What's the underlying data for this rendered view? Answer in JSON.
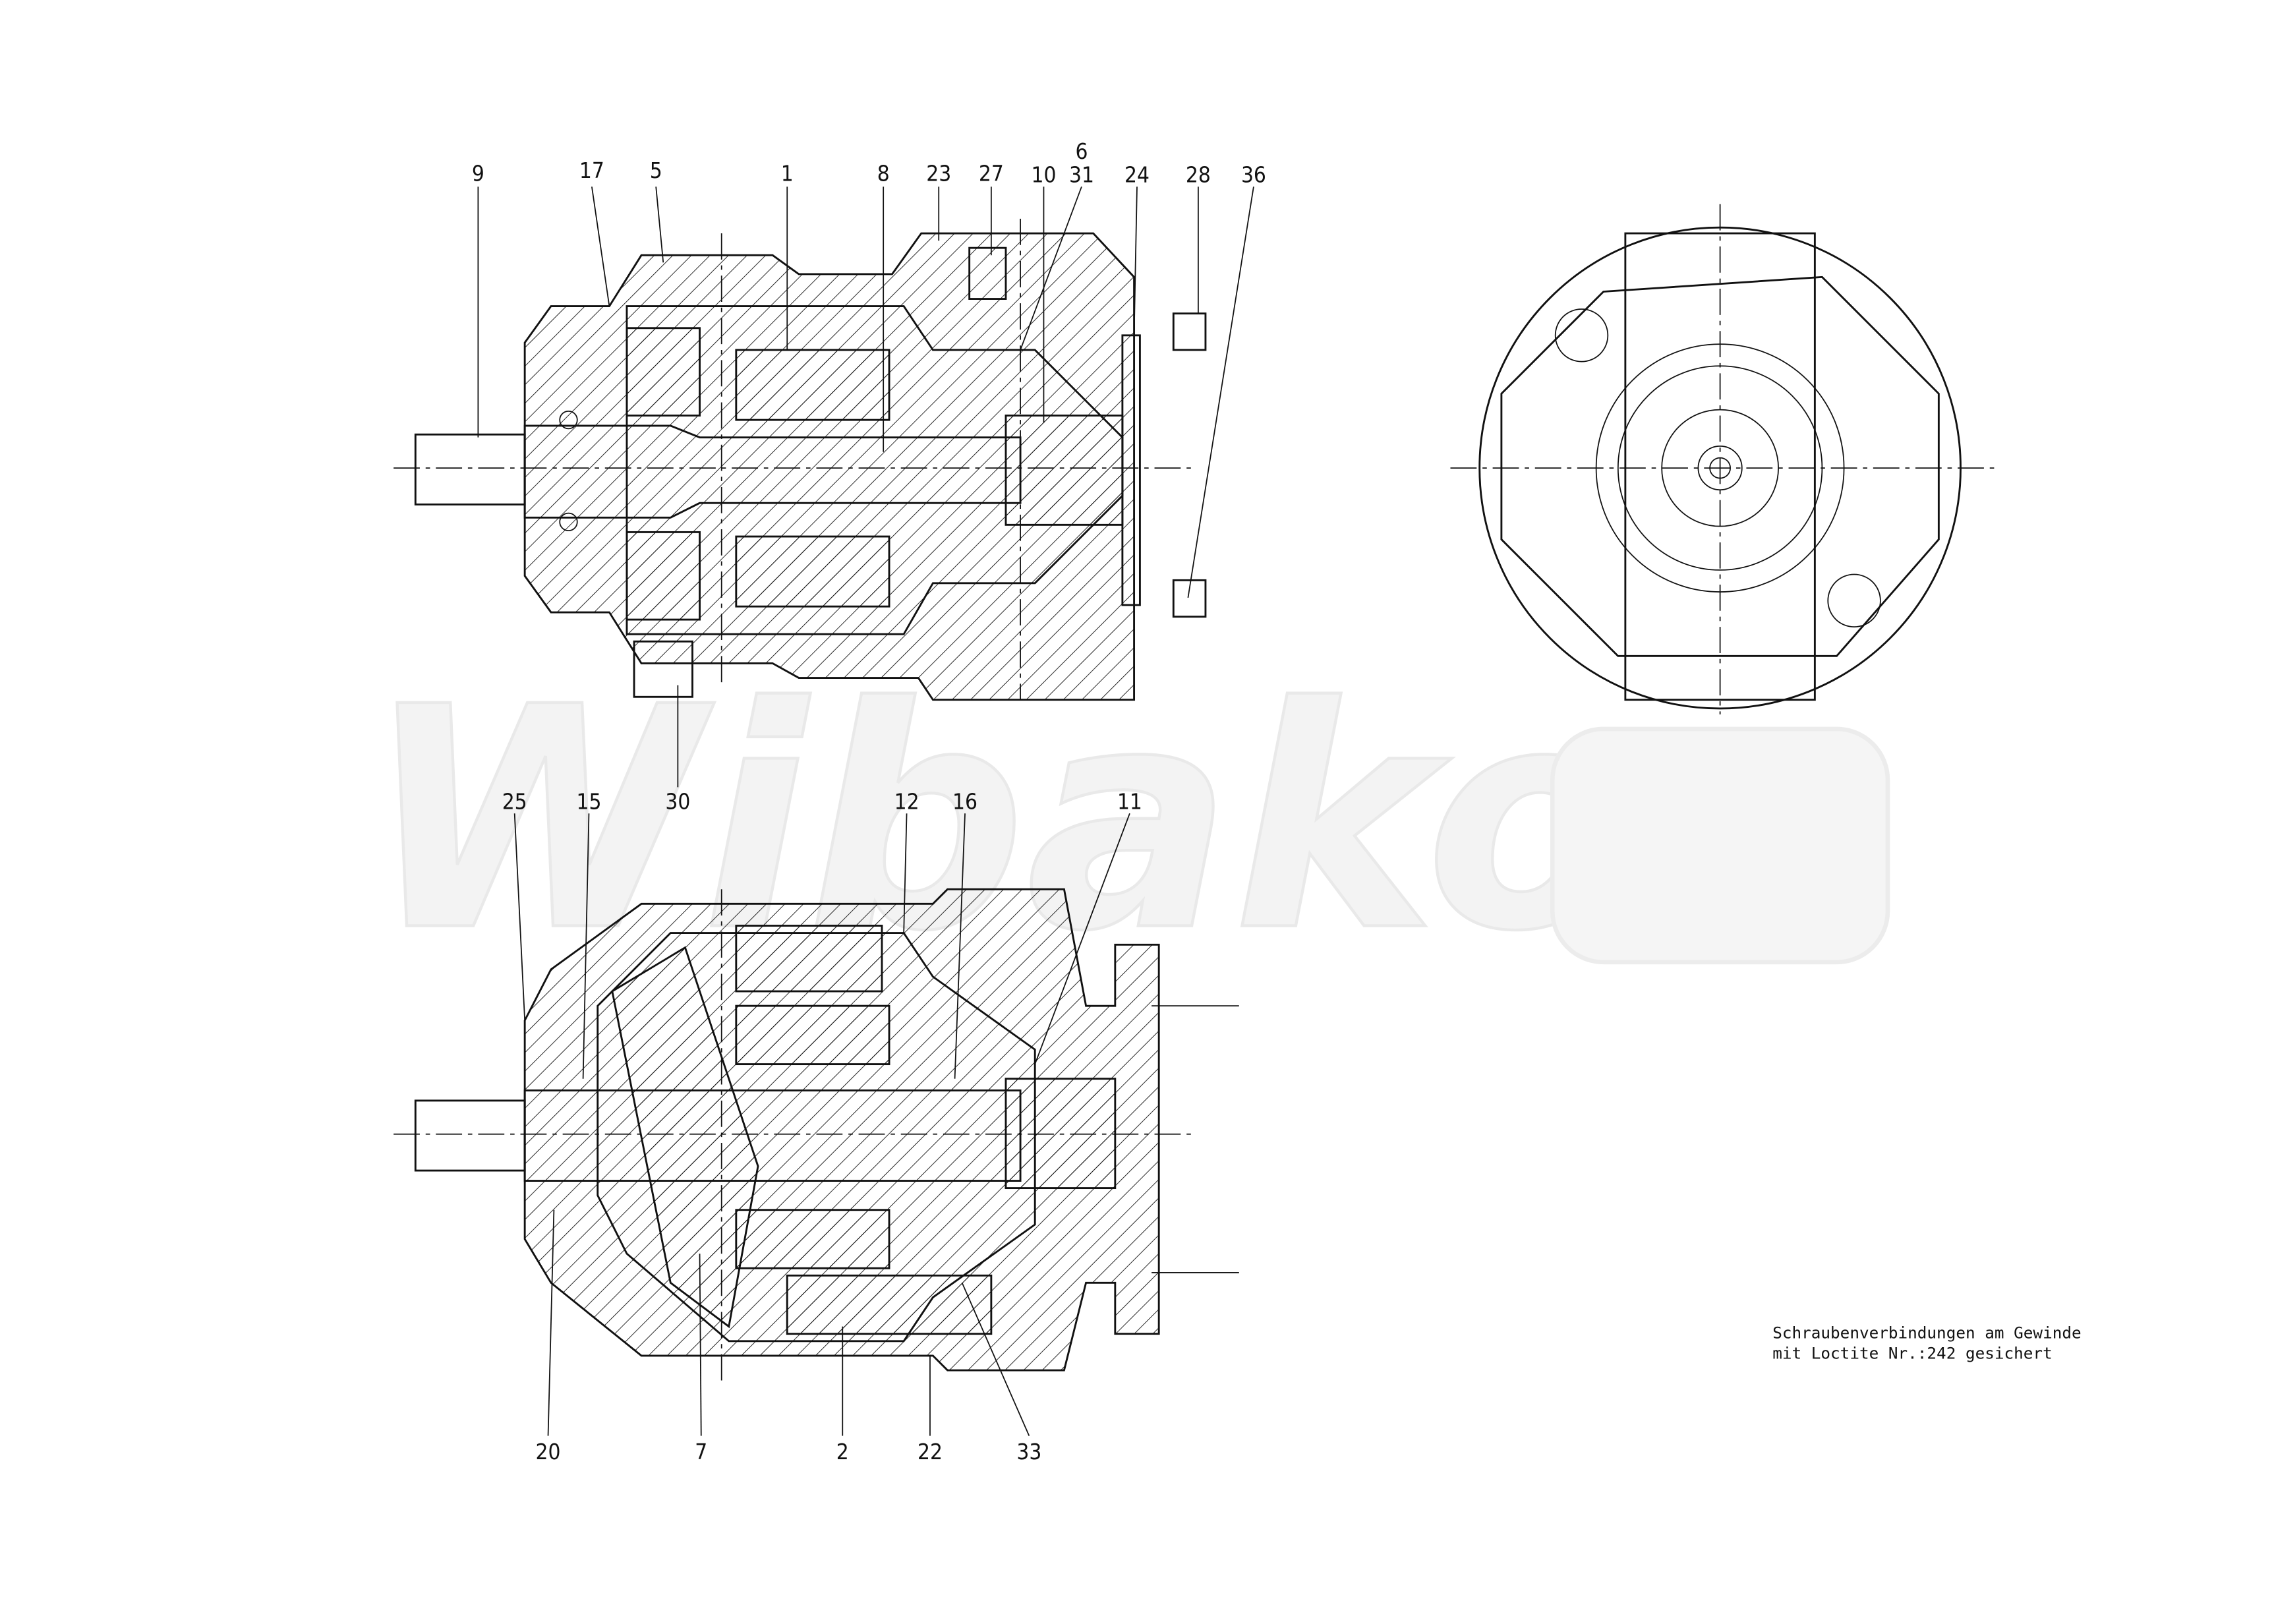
{
  "watermark": "Wibako",
  "top_view_labels": [
    "9",
    "17",
    "5",
    "1",
    "8",
    "23",
    "27",
    "10",
    "6",
    "31",
    "24",
    "28",
    "36",
    "30"
  ],
  "bottom_view_labels": [
    "25",
    "15",
    "12",
    "16",
    "11",
    "20",
    "7",
    "2",
    "22",
    "33"
  ],
  "note": {
    "line1": "Schraubenverbindungen am  Gewinde",
    "line2": "mit Loctite  Nr.:242 gesichert"
  }
}
